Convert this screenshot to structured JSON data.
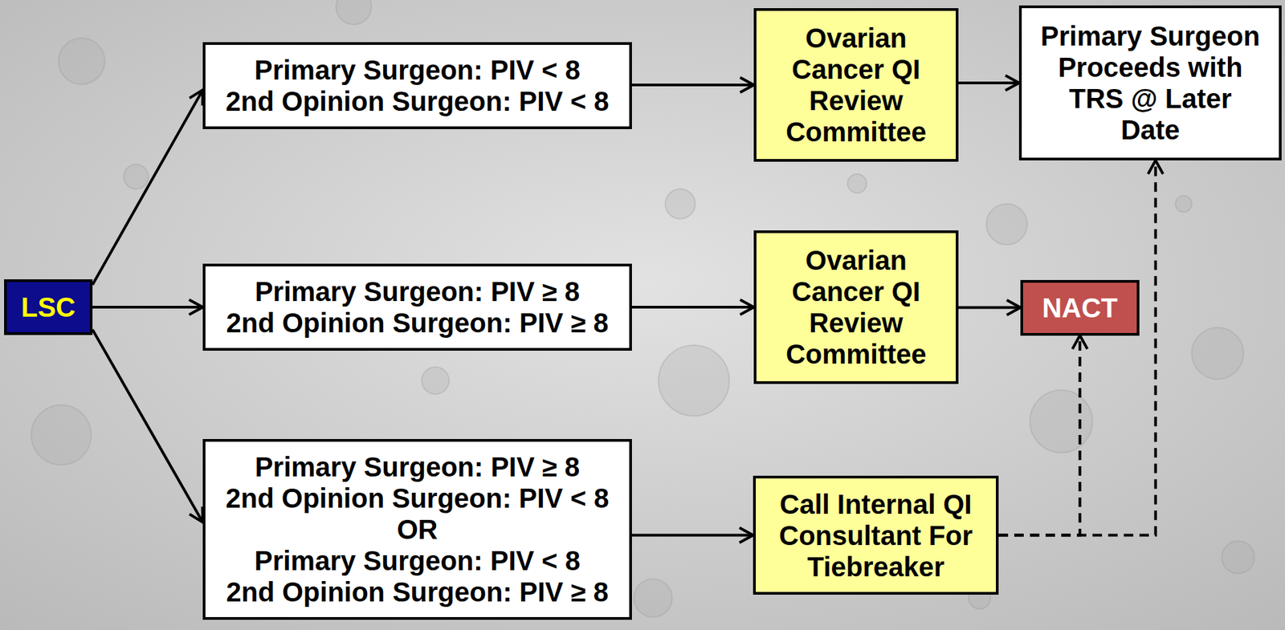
{
  "diagram": {
    "nodes": [
      {
        "text": [
          "LSC"
        ]
      },
      {
        "text": [
          "Primary Surgeon: PIV < 8",
          "2nd Opinion Surgeon: PIV < 8"
        ]
      },
      {
        "text": [
          "Primary Surgeon: PIV ≥ 8",
          "2nd Opinion Surgeon: PIV ≥ 8"
        ]
      },
      {
        "text": [
          "Primary Surgeon: PIV ≥ 8",
          "2nd Opinion Surgeon: PIV < 8",
          "OR",
          "Primary Surgeon: PIV < 8",
          "2nd Opinion Surgeon: PIV ≥ 8"
        ]
      },
      {
        "text": [
          "Ovarian Cancer QI Review Committee"
        ]
      },
      {
        "text": [
          "Ovarian Cancer QI Review Committee"
        ]
      },
      {
        "text": [
          "Call Internal QI Consultant For Tiebreaker"
        ]
      },
      {
        "text": [
          "Primary Surgeon Proceeds with TRS @ Later Date"
        ]
      },
      {
        "text": [
          "NACT"
        ]
      }
    ],
    "edges": [
      {
        "from": 0,
        "to": 1,
        "arrow": "to"
      },
      {
        "from": 0,
        "to": 2,
        "arrow": "to"
      },
      {
        "from": 0,
        "to": 3,
        "arrow": "to"
      },
      {
        "from": 1,
        "to": 4,
        "arrow": "to"
      },
      {
        "from": 2,
        "to": 5,
        "arrow": "to"
      },
      {
        "from": 3,
        "to": 6,
        "arrow": "to"
      },
      {
        "from": 4,
        "to": 7,
        "arrow": "to"
      },
      {
        "from": 5,
        "to": 8,
        "arrow": "to"
      },
      {
        "from": 6,
        "to": 8,
        "arrow": "to"
      },
      {
        "from": 6,
        "to": 7,
        "arrow": "to"
      }
    ]
  }
}
